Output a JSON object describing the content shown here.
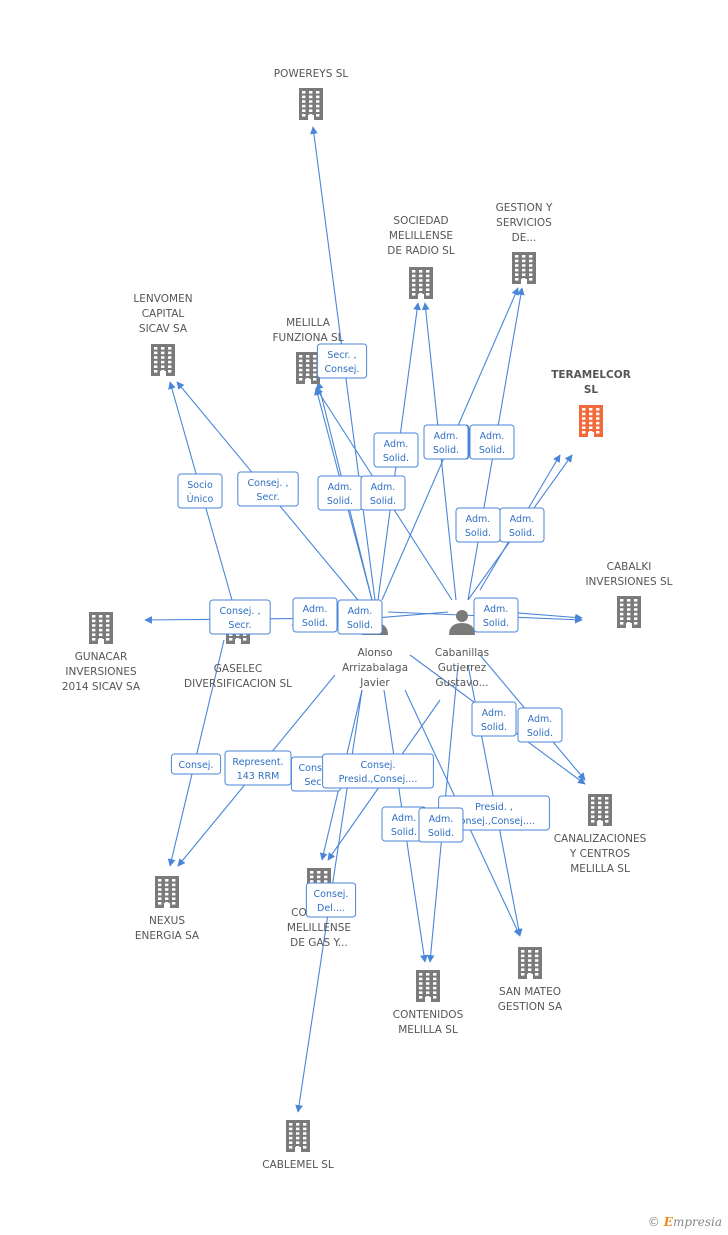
{
  "colors": {
    "edge": "#4a86d8",
    "company": "#7a7a7a",
    "highlight": "#f26a3a",
    "person": "#7a7a7a",
    "label_text": "#2f6fc4"
  },
  "nodes": [
    {
      "id": "powereys",
      "type": "company",
      "lines": [
        "POWEREYS SL"
      ]
    },
    {
      "id": "sociedad",
      "type": "company",
      "lines": [
        "SOCIEDAD",
        "MELILLENSE",
        "DE RADIO SL"
      ]
    },
    {
      "id": "gestion",
      "type": "company",
      "lines": [
        "GESTION Y",
        "SERVICIOS",
        "DE..."
      ]
    },
    {
      "id": "lenvomen",
      "type": "company",
      "lines": [
        "LENVOMEN",
        "CAPITAL",
        "SICAV SA"
      ]
    },
    {
      "id": "melilla",
      "type": "company",
      "lines": [
        "MELILLA",
        "FUNZIONA SL"
      ]
    },
    {
      "id": "teramelcor",
      "type": "company",
      "highlight": true,
      "lines": [
        "TERAMELCOR",
        "SL"
      ]
    },
    {
      "id": "cabalki",
      "type": "company",
      "lines": [
        "CABALKI",
        "INVERSIONES SL"
      ]
    },
    {
      "id": "gunacar",
      "type": "company",
      "lines": [
        "GUNACAR",
        "INVERSIONES",
        "2014 SICAV SA"
      ]
    },
    {
      "id": "gaselec",
      "type": "company",
      "lines": [
        "GASELEC",
        "DIVERSIFICACION SL"
      ]
    },
    {
      "id": "alonso",
      "type": "person",
      "lines": [
        "Alonso",
        "Arrizabalaga",
        "Javier"
      ]
    },
    {
      "id": "cabanillas",
      "type": "person",
      "lines": [
        "Cabanillas",
        "Gutierrez",
        "Gustavo..."
      ]
    },
    {
      "id": "canalizaciones",
      "type": "company",
      "lines": [
        "CANALIZACIONES",
        "Y CENTROS",
        "MELILLA SL"
      ]
    },
    {
      "id": "nexus",
      "type": "company",
      "lines": [
        "NEXUS",
        "ENERGIA SA"
      ]
    },
    {
      "id": "compania",
      "type": "company",
      "lines": [
        "COMPAÑIA",
        "MELILLENSE",
        "DE GAS Y..."
      ]
    },
    {
      "id": "contenidos",
      "type": "company",
      "lines": [
        "CONTENIDOS",
        "MELILLA SL"
      ]
    },
    {
      "id": "sanmateo",
      "type": "company",
      "lines": [
        "SAN MATEO",
        "GESTION SA"
      ]
    },
    {
      "id": "cablemel",
      "type": "company",
      "lines": [
        "CABLEMEL SL"
      ]
    }
  ],
  "edges": [
    {
      "from": "alonso",
      "to": "powereys"
    },
    {
      "from": "alonso",
      "to": "melilla",
      "label": [
        "Secr. ,",
        "Consej."
      ]
    },
    {
      "from": "alonso",
      "to": "sociedad",
      "label": [
        "Adm.",
        "Solid."
      ]
    },
    {
      "from": "alonso",
      "to": "gestion",
      "label": [
        "Adm.",
        "Solid."
      ]
    },
    {
      "from": "alonso",
      "to": "lenvomen",
      "label": [
        "Consej. ,",
        "Secr."
      ]
    },
    {
      "from": "alonso",
      "to": "melilla",
      "label": [
        "Adm.",
        "Solid."
      ]
    },
    {
      "from": "alonso",
      "to": "gunacar",
      "label": [
        "Consej. ,",
        "Secr."
      ]
    },
    {
      "from": "alonso",
      "to": "cabalki",
      "label": [
        "Adm.",
        "Solid."
      ]
    },
    {
      "from": "alonso",
      "to": "nexus",
      "label": [
        "Represent.",
        "143 RRM"
      ]
    },
    {
      "from": "alonso",
      "to": "compania",
      "label": [
        "Consej.",
        "Secr."
      ]
    },
    {
      "from": "alonso",
      "to": "contenidos",
      "label": [
        "Adm.",
        "Solid."
      ]
    },
    {
      "from": "alonso",
      "to": "sanmateo",
      "label": [
        "Presid. ,",
        "Consej.,Consej...."
      ]
    },
    {
      "from": "alonso",
      "to": "cablemel",
      "label": [
        "Consej.",
        "Del...."
      ]
    },
    {
      "from": "alonso",
      "to": "canalizaciones",
      "label": [
        "Adm.",
        "Solid."
      ]
    },
    {
      "from": "cabanillas",
      "to": "sociedad",
      "label": [
        "Adm.",
        "Solid."
      ]
    },
    {
      "from": "cabanillas",
      "to": "gestion",
      "label": [
        "Adm.",
        "Solid."
      ]
    },
    {
      "from": "cabanillas",
      "to": "melilla",
      "label": [
        "Adm.",
        "Solid."
      ]
    },
    {
      "from": "cabanillas",
      "to": "teramelcor",
      "label": [
        "Adm.",
        "Solid."
      ]
    },
    {
      "from": "cabanillas",
      "to": "cabalki",
      "label": [
        "Adm.",
        "Solid."
      ]
    },
    {
      "from": "cabanillas",
      "to": "gunacar",
      "label": [
        "Adm.",
        "Solid."
      ]
    },
    {
      "from": "cabanillas",
      "to": "canalizaciones",
      "label": [
        "Adm.",
        "Solid."
      ]
    },
    {
      "from": "cabanillas",
      "to": "contenidos",
      "label": [
        "Adm.",
        "Solid."
      ]
    },
    {
      "from": "cabanillas",
      "to": "sanmateo",
      "label": [
        "Adm.",
        "Solid."
      ]
    },
    {
      "from": "cabanillas",
      "to": "compania",
      "label": [
        "Consej.",
        "Presid.,Consej...."
      ]
    },
    {
      "from": "gaselec",
      "to": "lenvomen",
      "label": [
        "Socio",
        "Único"
      ]
    },
    {
      "from": "gaselec",
      "to": "nexus",
      "label": [
        "Consej."
      ]
    },
    {
      "from": "cabanillas",
      "to": "teramelcor",
      "label": [
        "Adm.",
        "Solid."
      ]
    }
  ],
  "footer": {
    "copyright": "©",
    "brand_initial": "E",
    "brand_rest": "mpresia"
  }
}
